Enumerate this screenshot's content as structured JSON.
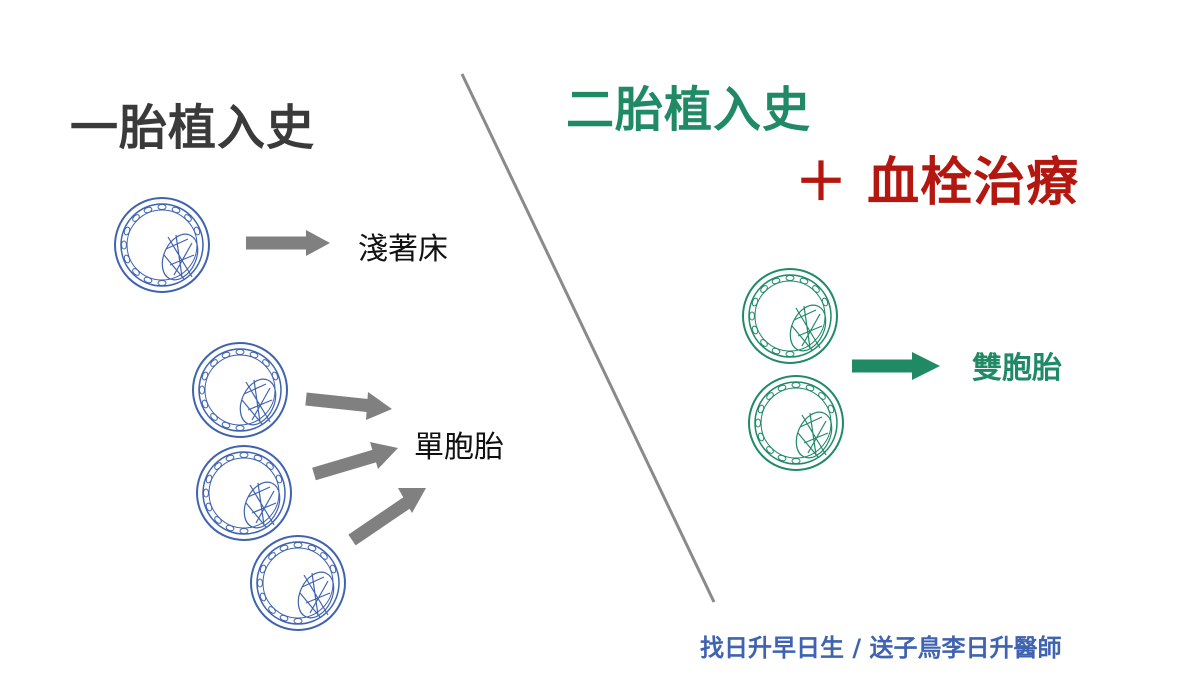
{
  "left_title": "一胎植入史",
  "right_title": "二胎植入史",
  "right_addon": "＋ 血栓治療",
  "labels": {
    "shallow_implantation": "淺著床",
    "singleton": "單胞胎",
    "twins": "雙胞胎"
  },
  "footer": "找日升早日生 / 送子鳥李日升醫師",
  "colors": {
    "left_title": "#3a3a3a",
    "green": "#1f8a64",
    "red": "#b3170f",
    "blue_embryo": "#3f63b0",
    "arrow_gray": "#808080",
    "divider": "#8a8a8a"
  },
  "icons": {
    "embryo": "blastocyst-icon",
    "arrow": "right-arrow-icon"
  }
}
